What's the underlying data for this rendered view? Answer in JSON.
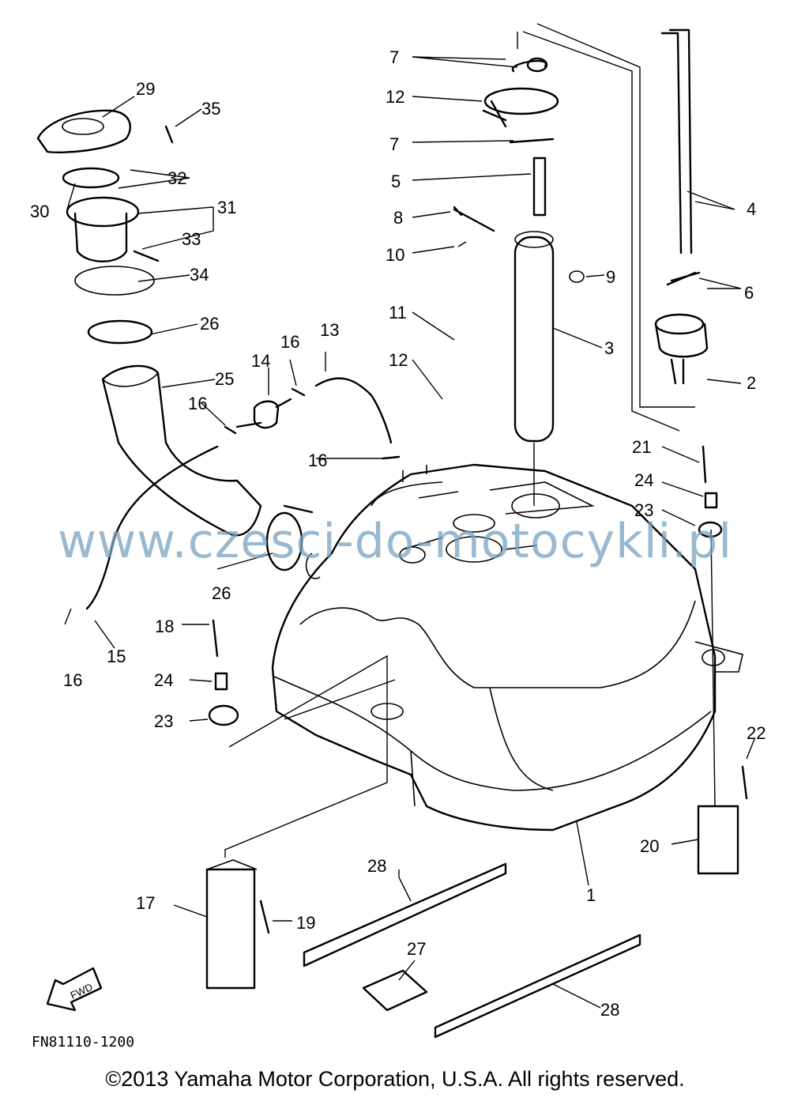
{
  "diagram": {
    "code": "FN81110-1200",
    "watermark": "www.czesci-do-motocykli.pl",
    "copyright": "©2013 Yamaha Motor Corporation, U.S.A. All rights reserved.",
    "direction_label": "FWD"
  },
  "callouts": [
    {
      "id": "c1",
      "text": "1"
    },
    {
      "id": "c2",
      "text": "2"
    },
    {
      "id": "c3",
      "text": "3"
    },
    {
      "id": "c4",
      "text": "4"
    },
    {
      "id": "c5",
      "text": "5"
    },
    {
      "id": "c6",
      "text": "6"
    },
    {
      "id": "c7a",
      "text": "7"
    },
    {
      "id": "c7b",
      "text": "7"
    },
    {
      "id": "c8",
      "text": "8"
    },
    {
      "id": "c9",
      "text": "9"
    },
    {
      "id": "c10",
      "text": "10"
    },
    {
      "id": "c11",
      "text": "11"
    },
    {
      "id": "c12a",
      "text": "12"
    },
    {
      "id": "c12b",
      "text": "12"
    },
    {
      "id": "c13",
      "text": "13"
    },
    {
      "id": "c14",
      "text": "14"
    },
    {
      "id": "c15",
      "text": "15"
    },
    {
      "id": "c16a",
      "text": "16"
    },
    {
      "id": "c16b",
      "text": "16"
    },
    {
      "id": "c16c",
      "text": "16"
    },
    {
      "id": "c16d",
      "text": "16"
    },
    {
      "id": "c17",
      "text": "17"
    },
    {
      "id": "c18",
      "text": "18"
    },
    {
      "id": "c19",
      "text": "19"
    },
    {
      "id": "c20",
      "text": "20"
    },
    {
      "id": "c21",
      "text": "21"
    },
    {
      "id": "c22",
      "text": "22"
    },
    {
      "id": "c23a",
      "text": "23"
    },
    {
      "id": "c23b",
      "text": "23"
    },
    {
      "id": "c24a",
      "text": "24"
    },
    {
      "id": "c24b",
      "text": "24"
    },
    {
      "id": "c25",
      "text": "25"
    },
    {
      "id": "c26a",
      "text": "26"
    },
    {
      "id": "c26b",
      "text": "26"
    },
    {
      "id": "c27",
      "text": "27"
    },
    {
      "id": "c28a",
      "text": "28"
    },
    {
      "id": "c28b",
      "text": "28"
    },
    {
      "id": "c29",
      "text": "29"
    },
    {
      "id": "c30",
      "text": "30"
    },
    {
      "id": "c31",
      "text": "31"
    },
    {
      "id": "c32",
      "text": "32"
    },
    {
      "id": "c33",
      "text": "33"
    },
    {
      "id": "c34",
      "text": "34"
    },
    {
      "id": "c35",
      "text": "35"
    }
  ]
}
